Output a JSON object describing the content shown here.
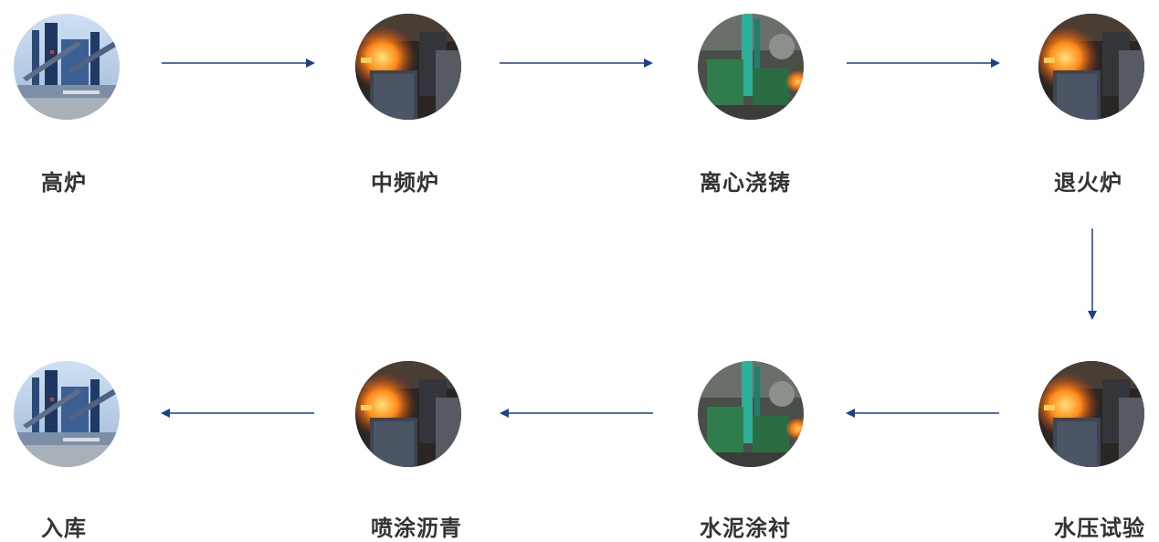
{
  "accent_color": "#1f3f8c",
  "steps": [
    {
      "label": "高炉",
      "photo": "blast-furnace-photo"
    },
    {
      "label": "中频炉",
      "photo": "molten-iron-photo"
    },
    {
      "label": "离心浇铸",
      "photo": "casting-machine-photo"
    },
    {
      "label": "退火炉",
      "photo": "molten-iron-photo"
    },
    {
      "label": "水压试验",
      "photo": "molten-iron-photo"
    },
    {
      "label": "水泥涂衬",
      "photo": "casting-machine-photo"
    },
    {
      "label": "喷涂沥青",
      "photo": "molten-iron-photo"
    },
    {
      "label": "入库",
      "photo": "blast-furnace-photo"
    }
  ]
}
